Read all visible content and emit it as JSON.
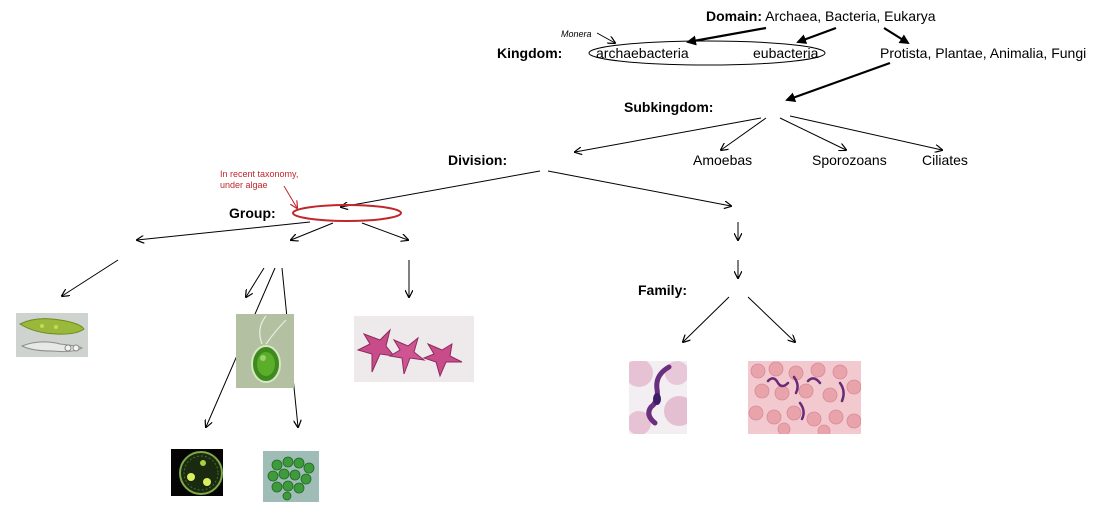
{
  "domain": {
    "label": "Domain:",
    "value": "Archaea, Bacteria, Eukarya"
  },
  "kingdom": {
    "label": "Kingdom:",
    "monera": "Monera",
    "archae": "archaebacteria",
    "eubact": "eubacteria",
    "others": "Protista, Plantae, Animalia, Fungi"
  },
  "subkingdom": {
    "label": "Subkingdom:"
  },
  "division": {
    "label": "Division:"
  },
  "protozoa": {
    "amoebas": "Amoebas",
    "sporozoans": "Sporozoans",
    "ciliates": "Ciliates"
  },
  "group": {
    "label": "Group:",
    "note": "In recent taxonomy, under algae"
  },
  "family": {
    "label": "Family:"
  },
  "colors": {
    "note_red": "#c0262c",
    "arrow": "#000000"
  }
}
